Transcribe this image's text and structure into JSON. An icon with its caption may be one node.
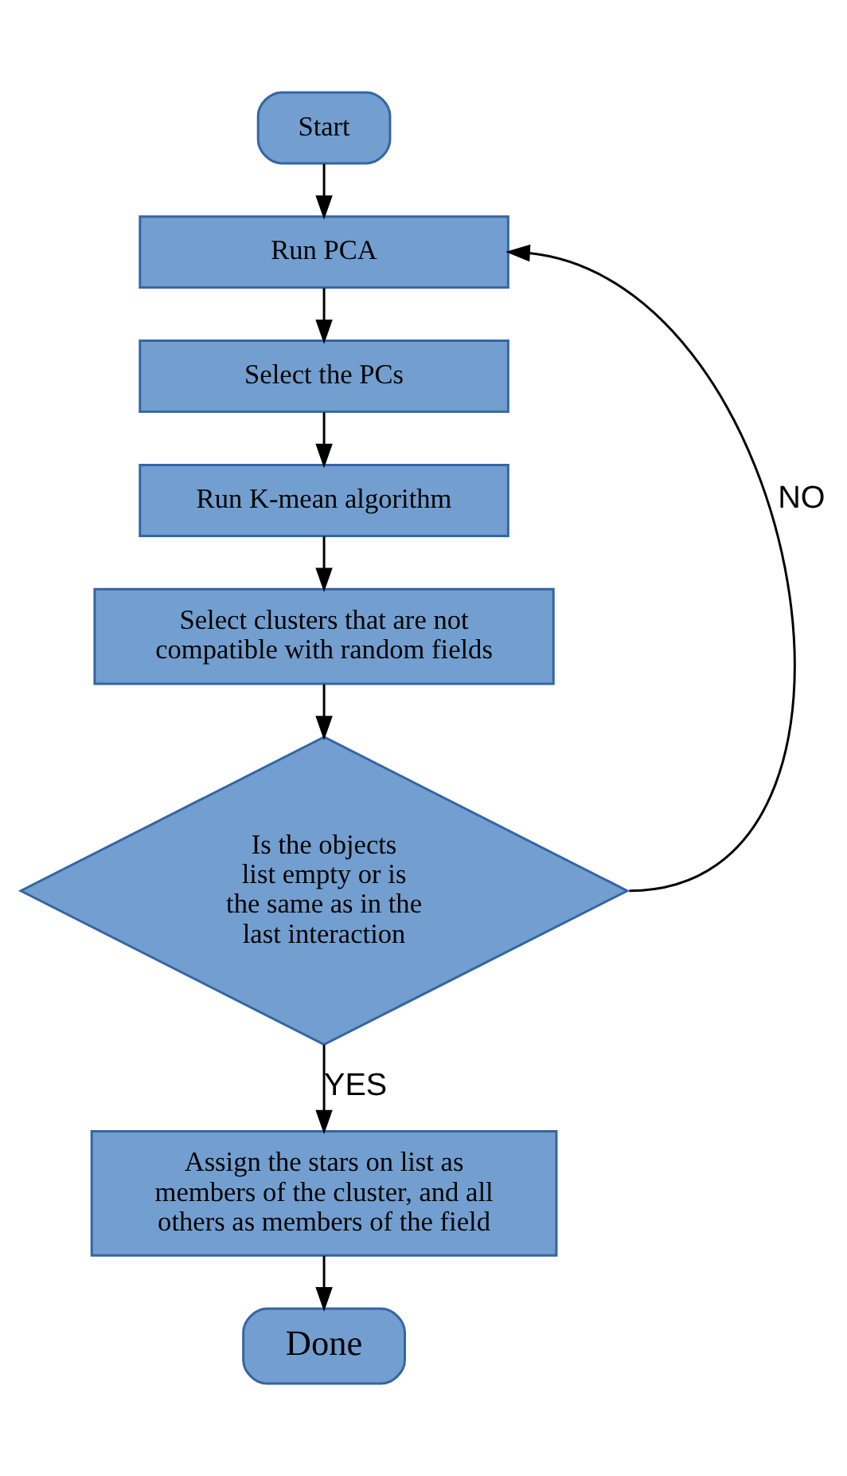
{
  "diagram": {
    "nodes": [
      {
        "text": [
          "Start"
        ]
      },
      {
        "text": [
          "Run PCA"
        ]
      },
      {
        "text": [
          "Select the PCs"
        ]
      },
      {
        "text": [
          "Run K-mean algorithm"
        ]
      },
      {
        "text": [
          "Select clusters that are not compatible with random fields"
        ]
      },
      {
        "text": [
          "Is the objects list empty or is the same as in the last interaction"
        ]
      },
      {
        "text": [
          "Assign the stars on list as members of the cluster, and all others as members of the field"
        ]
      },
      {
        "text": [
          "Done"
        ]
      }
    ],
    "edges": [
      {
        "from": 0,
        "to": 1,
        "arrow": "to"
      },
      {
        "from": 1,
        "to": 2,
        "arrow": "to"
      },
      {
        "from": 2,
        "to": 3,
        "arrow": "to"
      },
      {
        "from": 3,
        "to": 4,
        "arrow": "to"
      },
      {
        "from": 4,
        "to": 5,
        "arrow": "to"
      },
      {
        "from": 5,
        "to": 1,
        "arrow": "to",
        "label": "NO"
      },
      {
        "from": 5,
        "to": 6,
        "arrow": "to",
        "label": "YES"
      },
      {
        "from": 6,
        "to": 7,
        "arrow": "to"
      }
    ]
  }
}
